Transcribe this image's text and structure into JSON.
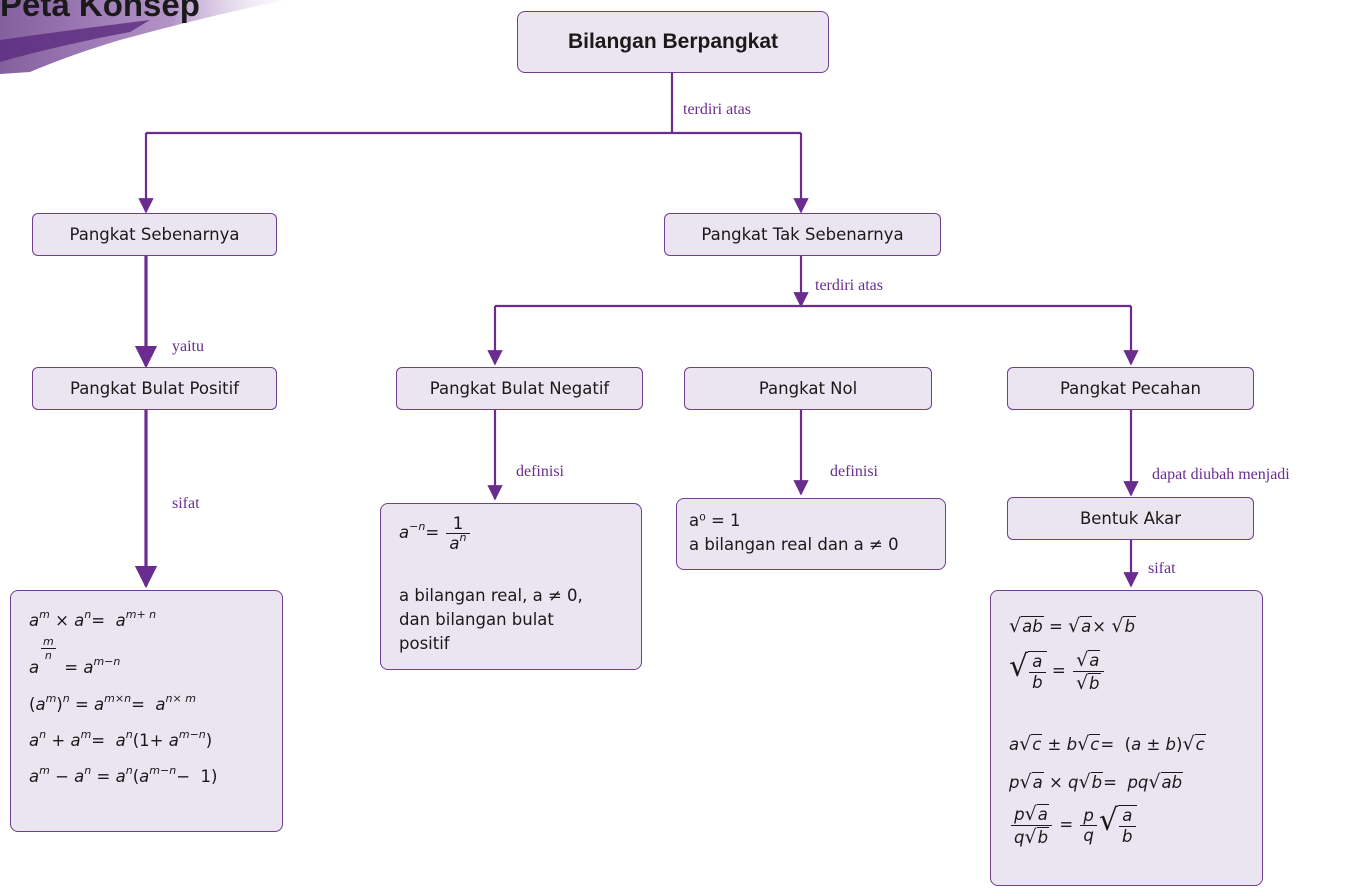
{
  "header": {
    "title": "Peta Konsep"
  },
  "nodes": {
    "root": "Bilangan Berpangkat",
    "sebenarnya": "Pangkat Sebenarnya",
    "tak_sebenarnya": "Pangkat Tak Sebenarnya",
    "bulat_positif": "Pangkat Bulat Positif",
    "bulat_negatif": "Pangkat Bulat Negatif",
    "nol": "Pangkat Nol",
    "pecahan": "Pangkat Pecahan",
    "bentuk_akar": "Bentuk Akar"
  },
  "relations": {
    "root_terdiri": "terdiri atas",
    "tak_terdiri": "terdiri atas",
    "yaitu": "yaitu",
    "sifat_positif": "sifat",
    "definisi_negatif": "definisi",
    "definisi_nol": "definisi",
    "dapat_diubah": "dapat diubah menjadi",
    "sifat_akar": "sifat"
  },
  "negatif_box": {
    "line1": "a bilangan real, a ≠ 0,",
    "line2": "dan bilangan bulat",
    "line3": "positif"
  },
  "nol_box": {
    "formula": "a⁰ = 1",
    "condition": "a bilangan real dan a ≠ 0"
  },
  "colors": {
    "accent": "#6a2d8f",
    "box_fill": "#ebe4f1",
    "box_border": "#6e3f8c",
    "banner": "#7b3f99"
  }
}
